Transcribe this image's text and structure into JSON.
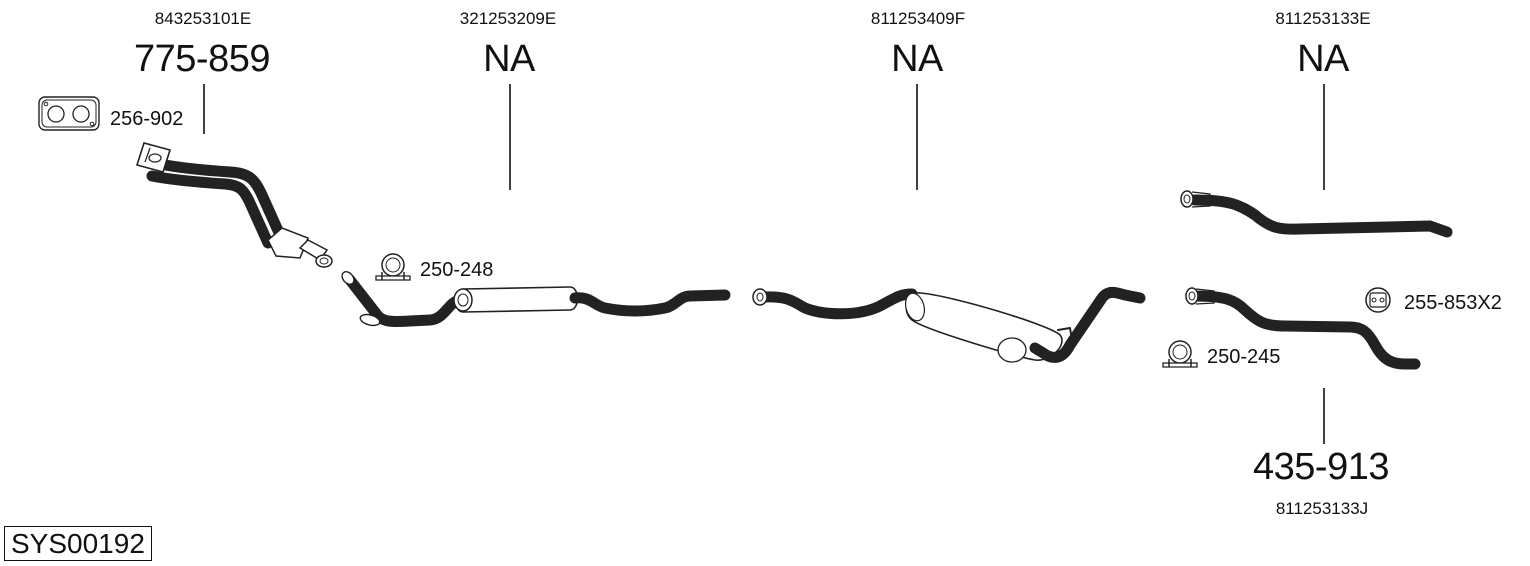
{
  "system_code": "SYS00192",
  "parts": [
    {
      "oe": "843253101E",
      "label": "775-859"
    },
    {
      "oe": "321253209E",
      "label": "NA"
    },
    {
      "oe": "811253409F",
      "label": "NA"
    },
    {
      "oe": "811253133E",
      "label": "NA"
    },
    {
      "oe": "811253133J",
      "label": "435-913"
    }
  ],
  "accessories": [
    {
      "label": "256-902",
      "icon": "gasket-icon"
    },
    {
      "label": "250-248",
      "icon": "clamp-icon"
    },
    {
      "label": "255-853X2",
      "icon": "rubber-hanger-icon"
    },
    {
      "label": "250-245",
      "icon": "clamp-icon"
    }
  ]
}
